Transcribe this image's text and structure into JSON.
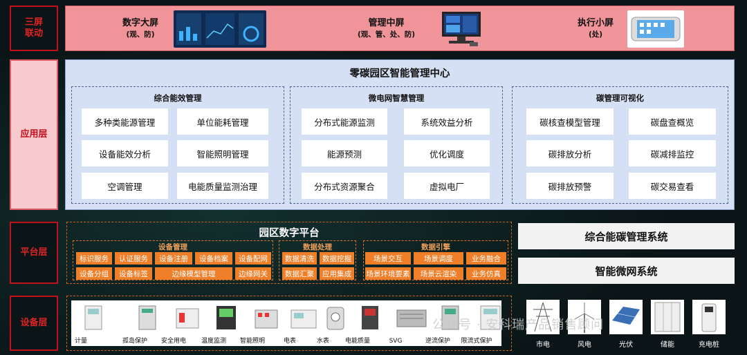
{
  "layers": {
    "linkage": "三屏\n联动",
    "app": "应用层",
    "platform": "平台层",
    "device": "设备层"
  },
  "screens": [
    {
      "title": "数字大屏",
      "sub": "(观、防)"
    },
    {
      "title": "管理中屏",
      "sub": "(观、管、处、防)"
    },
    {
      "title": "执行小屏",
      "sub": "(处)"
    }
  ],
  "app": {
    "title": "零碳园区智能管理中心",
    "groups": [
      {
        "title": "综合能效管理",
        "items": [
          "多种类能源管理",
          "单位能耗管理",
          "设备能效分析",
          "智能照明管理",
          "空调管理",
          "电能质量监测治理"
        ]
      },
      {
        "title": "微电网智慧管理",
        "items": [
          "分布式能源监测",
          "系统效益分析",
          "能源预测",
          "优化调度",
          "分布式资源聚合",
          "虚拟电厂"
        ]
      },
      {
        "title": "碳管理可视化",
        "items": [
          "碳核查模型管理",
          "碳盘查概览",
          "碳排放分析",
          "碳减排监控",
          "碳排放预警",
          "碳交易查看"
        ]
      }
    ]
  },
  "platform": {
    "title": "园区数字平台",
    "device_mgmt": {
      "title": "设备管理",
      "row1": [
        "标识服务",
        "认证服务",
        "设备注册",
        "设备档案",
        "设备配网"
      ],
      "row2": [
        "设备分组",
        "设备标签",
        "边缘模型管理",
        "边缘网关"
      ]
    },
    "data_proc": {
      "title": "数据处理",
      "row1": [
        "数据清洗",
        "数据挖掘"
      ],
      "row2": [
        "数据汇聚",
        "应用集成"
      ]
    },
    "data_engine": {
      "title": "数据引擎",
      "row1": [
        "场景交互",
        "场景调度",
        "业务融合"
      ],
      "row2": [
        "场景环境要素",
        "场景云渲染",
        "业务仿真"
      ]
    }
  },
  "systems": [
    "综合能碳管理系统",
    "智能微网系统"
  ],
  "devices": [
    "计量",
    "孤岛保护",
    "安全用电",
    "温度监测",
    "智能照明",
    "电表",
    "水表",
    "电能质量",
    "SVG",
    "逆流保护",
    "限流式保护"
  ],
  "energy": [
    "市电",
    "风电",
    "光伏",
    "储能",
    "充电桩"
  ],
  "watermark": "公众号 · 安科瑞产品销售顾问"
}
